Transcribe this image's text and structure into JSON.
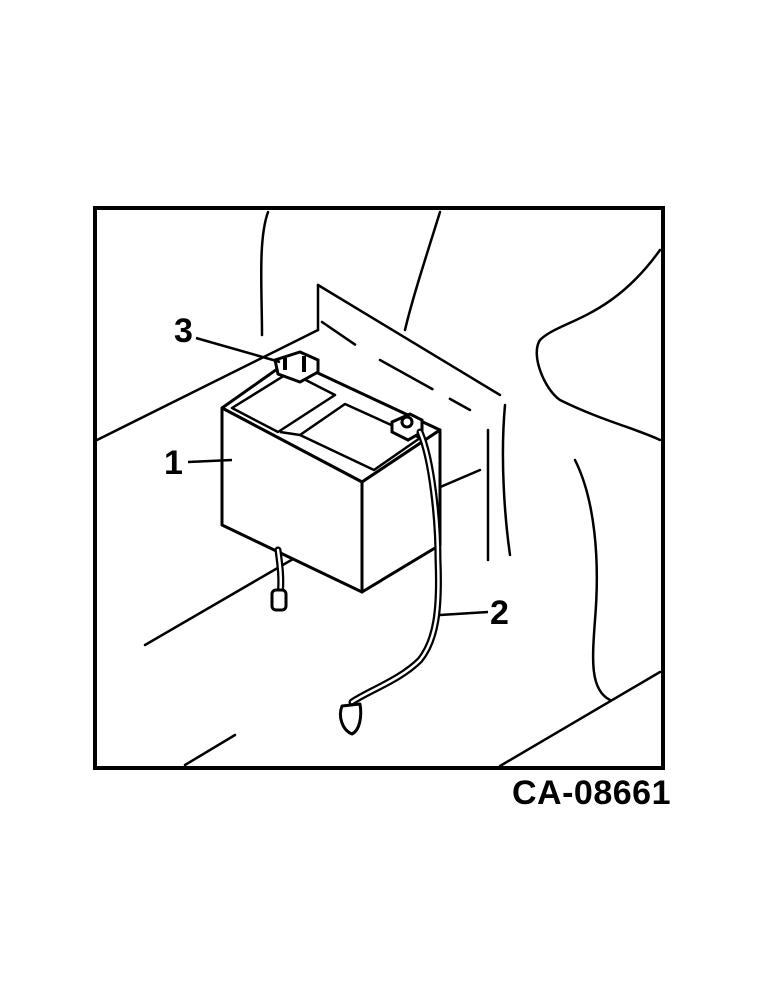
{
  "figure": {
    "code": "CA-08661",
    "callouts": [
      {
        "id": "1",
        "label": "1"
      },
      {
        "id": "2",
        "label": "2"
      },
      {
        "id": "3",
        "label": "3"
      }
    ]
  },
  "colors": {
    "ink": "#000000",
    "paper": "#ffffff"
  }
}
